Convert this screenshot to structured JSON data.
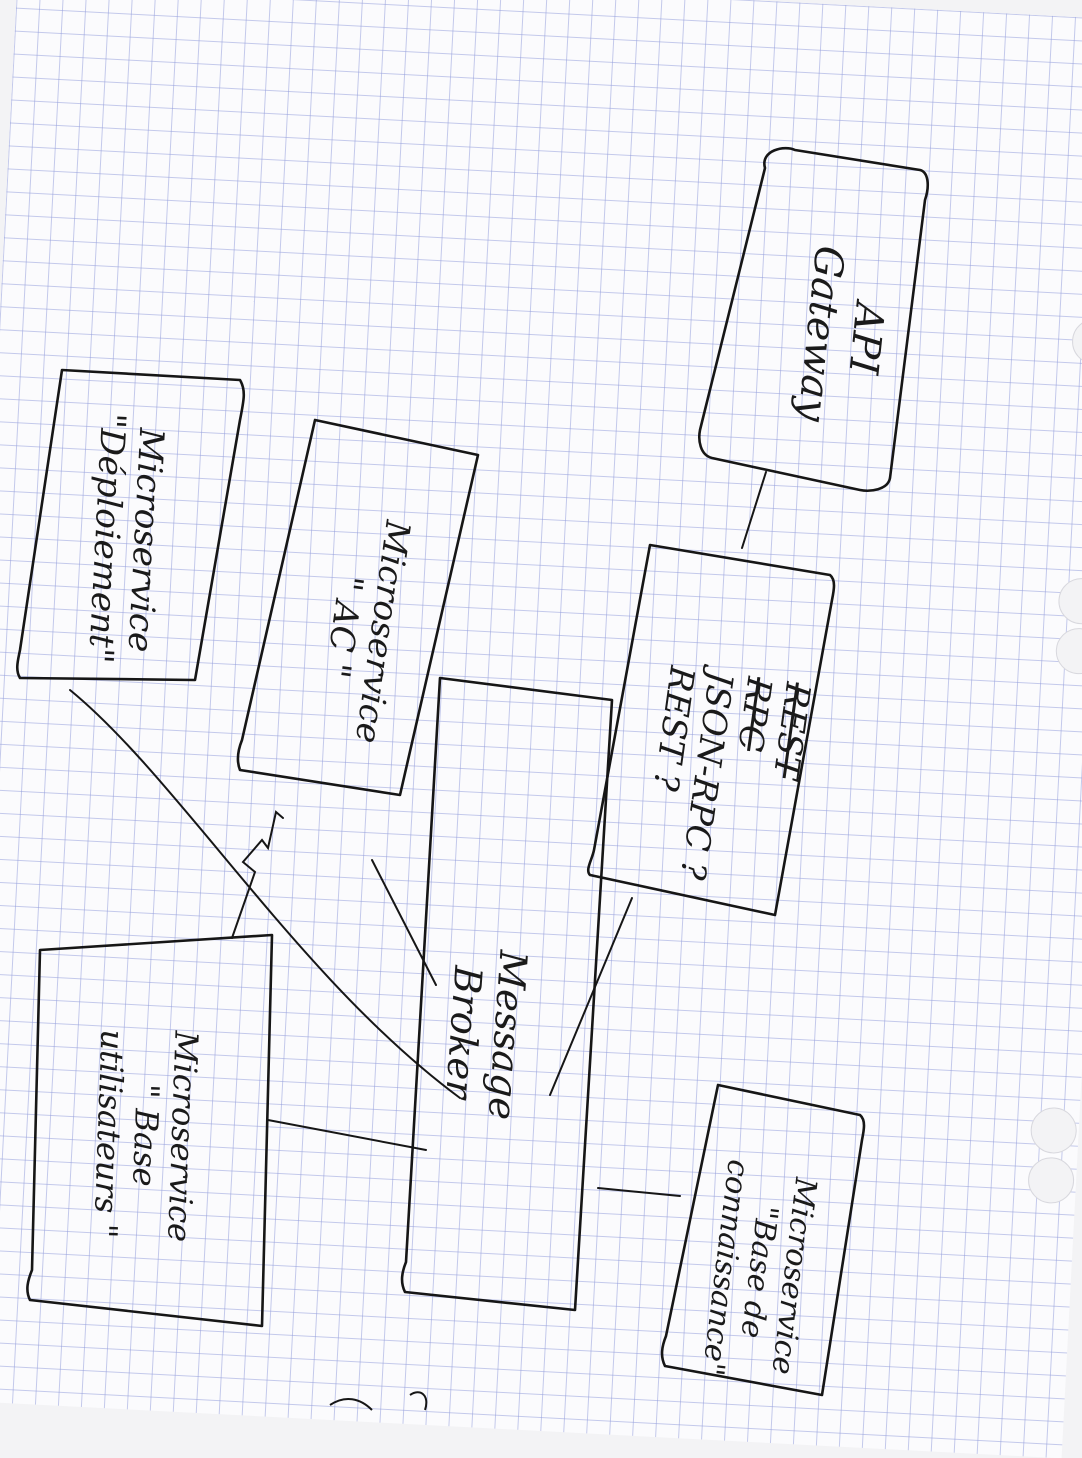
{
  "diagram": {
    "nodes": {
      "api_gateway": "API\nGateway",
      "protocols": {
        "struck": [
          "REST",
          "RPC"
        ],
        "current": "JSON-RPC ?\nREST ?"
      },
      "ms_deploiement": "Microservice\n\"Déploiement\"",
      "ms_ac": "Microservice\n\" AC \"",
      "message_broker": "Message\nBroker",
      "ms_base_utilisateurs": "Microservice\n\" Base\nutilisateurs \"",
      "ms_base_connaissance": "Microservice\n\"Base de\nconnaissance\""
    }
  }
}
